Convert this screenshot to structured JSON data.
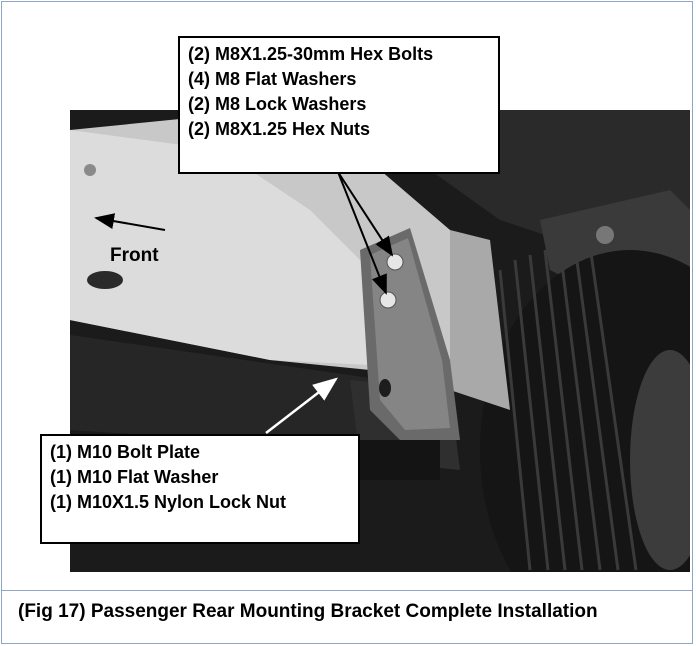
{
  "figure": {
    "hardware_top": [
      "(2) M8X1.25-30mm Hex Bolts",
      "(4) M8 Flat Washers",
      "(2) M8 Lock Washers",
      "(2) M8X1.25 Hex Nuts"
    ],
    "hardware_bottom": [
      "(1) M10 Bolt Plate",
      "(1) M10 Flat Washer",
      "(1) M10X1.5 Nylon Lock Nut"
    ],
    "direction_label": "Front",
    "caption": "(Fig 17) Passenger Rear Mounting Bracket Complete Installation"
  }
}
